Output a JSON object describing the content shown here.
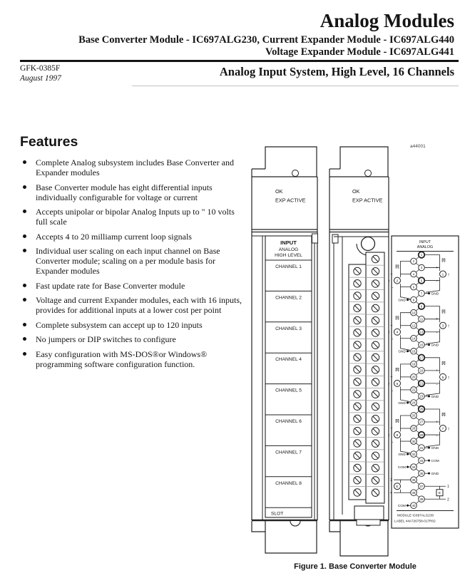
{
  "header": {
    "title": "Analog Modules",
    "subtitle_line1": "Base Converter Module - IC697ALG230, Current Expander Module - IC697ALG440",
    "subtitle_line2": "Voltage Expander Module - IC697ALG441",
    "doc_number": "GFK-0385F",
    "doc_date": "August 1997",
    "section_title": "Analog Input System, High Level, 16 Channels"
  },
  "features": {
    "heading": "Features",
    "items": [
      "Complete Analog subsystem includes Base Converter and Expander modules",
      "Base Converter module has eight differential inputs individually configurable for voltage or current",
      "Accepts unipolar or bipolar Analog Inputs up to \" 10 volts full scale",
      "Accepts 4 to 20 milliamp current loop signals",
      "Individual user scaling on each input channel on Base Converter module; scaling on a per module basis for Expander modules",
      "Fast update rate for Base Converter module",
      "Voltage and current Expander modules, each with 16 inputs, provides for additional inputs at a lower cost per point",
      "Complete subsystem can accept up to 120 inputs",
      "No jumpers or DIP switches to configure",
      "Easy configuration with MS-DOS®or Windows® programming software configuration function."
    ]
  },
  "figure": {
    "drawing_number": "a44001",
    "caption": "Figure 1. Base Converter Module",
    "front_panel": {
      "led_line1": "OK",
      "led_line2": "EXP ACTIVE",
      "label_header": [
        "INPUT",
        "ANALOG",
        "HIGH LEVEL"
      ],
      "channels": [
        "CHANNEL 1",
        "CHANNEL 2",
        "CHANNEL 3",
        "CHANNEL 4",
        "CHANNEL 5",
        "CHANNEL 6",
        "CHANNEL 7",
        "CHANNEL 8"
      ],
      "slot_label": "SLOT"
    },
    "open_module": {
      "led_line1": "OK",
      "led_line2": "EXP ACTIVE"
    },
    "wiring_label": {
      "header_line1": "INPUT",
      "header_line2": "ANALOG",
      "terminal_count": 40,
      "gnd_text": "GND",
      "com_text": "COM",
      "current_symbol": "[I]",
      "arrow_symbol": "↑",
      "plus_text": "+",
      "minus_text": "-",
      "e_text": "E",
      "gnd_right_terminals": [
        7,
        15,
        23,
        31,
        35
      ],
      "gnd_left_terminals": [
        8,
        16,
        24,
        32
      ],
      "com_right_terminals": [
        33
      ],
      "com_left_terminals": [
        34,
        40
      ],
      "channel_groups": [
        {
          "right_channel": "1",
          "left_channel": "2"
        },
        {
          "right_channel": "3",
          "left_channel": "4"
        },
        {
          "right_channel": "5",
          "left_channel": "6"
        },
        {
          "right_channel": "7",
          "left_channel": "8"
        }
      ],
      "e_left_numbers": [
        "3",
        "4"
      ],
      "e_right_numbers": [
        "1",
        "2"
      ],
      "module_line": "MODULE  IC697ALG230",
      "label_line": "LABEL  44A726758-017R02"
    }
  }
}
